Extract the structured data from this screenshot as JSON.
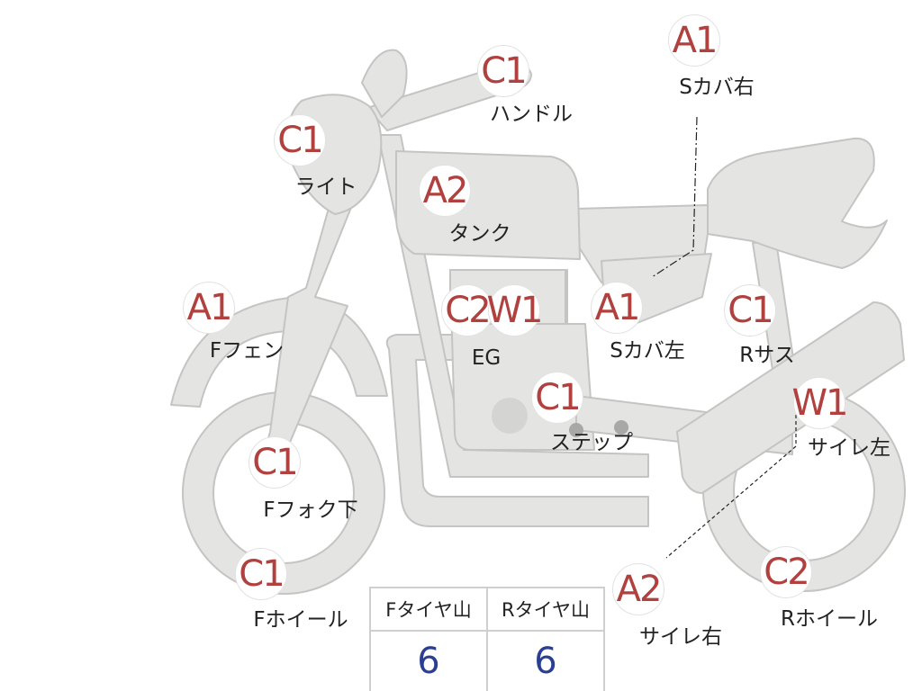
{
  "markers": [
    {
      "id": "handle",
      "grade": "C1",
      "label": "ハンドル"
    },
    {
      "id": "light",
      "grade": "C1",
      "label": "ライト"
    },
    {
      "id": "tank",
      "grade": "A2",
      "label": "タンク"
    },
    {
      "id": "side-cover-right",
      "grade": "A1",
      "label": "Sカバ右"
    },
    {
      "id": "front-fender",
      "grade": "A1",
      "label": "Fフェン"
    },
    {
      "id": "engine-c2",
      "grade": "C2",
      "label": ""
    },
    {
      "id": "engine-w1",
      "grade": "W1",
      "label": "EG"
    },
    {
      "id": "side-cover-left",
      "grade": "A1",
      "label": "Sカバ左"
    },
    {
      "id": "rear-suspension",
      "grade": "C1",
      "label": "Rサス"
    },
    {
      "id": "step",
      "grade": "C1",
      "label": "ステップ"
    },
    {
      "id": "muffler-left",
      "grade": "W1",
      "label": "サイレ左"
    },
    {
      "id": "front-fork-lower",
      "grade": "C1",
      "label": "Fフォク下"
    },
    {
      "id": "front-wheel",
      "grade": "C1",
      "label": "Fホイール"
    },
    {
      "id": "muffler-right",
      "grade": "A2",
      "label": "サイレ右"
    },
    {
      "id": "rear-wheel",
      "grade": "C2",
      "label": "Rホイール"
    }
  ],
  "tread_table": {
    "headers": [
      "Fタイヤ山",
      "Rタイヤ山"
    ],
    "values": [
      "6",
      "6"
    ]
  },
  "colors": {
    "bike_fill": "#e4e4e2",
    "bike_stroke": "#c4c4c2",
    "grade_text": "#b0413e",
    "value_text": "#2a3f93"
  }
}
